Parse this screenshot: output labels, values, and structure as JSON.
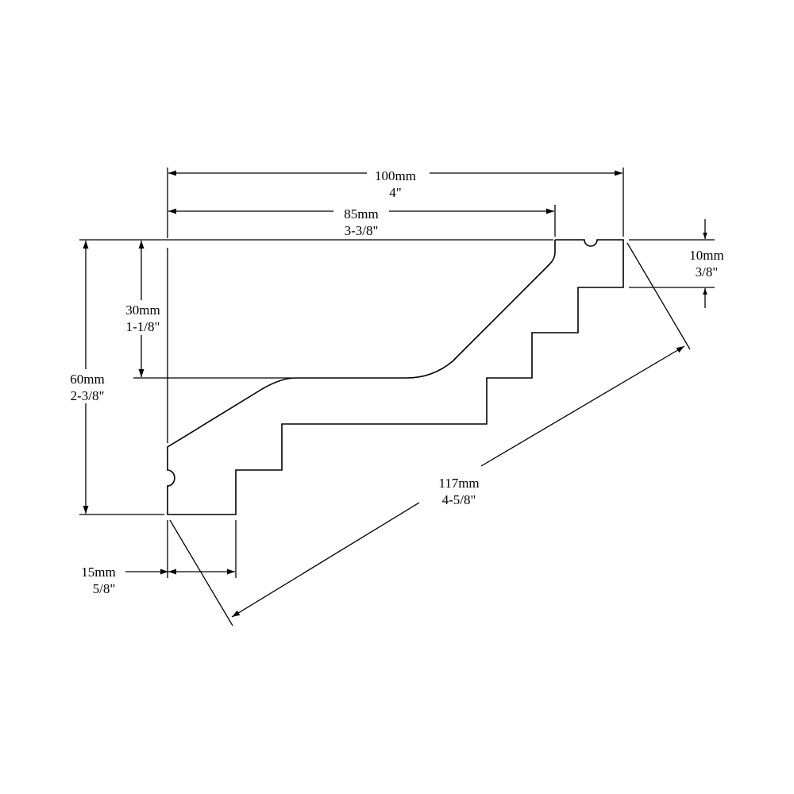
{
  "diagram": {
    "line_color": "#000000",
    "background": "#ffffff",
    "dimensions": {
      "overall_width": {
        "metric": "100mm",
        "imperial": "4\""
      },
      "projection": {
        "metric": "85mm",
        "imperial": "3-3/8\""
      },
      "top_step": {
        "metric": "10mm",
        "imperial": "3/8\""
      },
      "upper_drop": {
        "metric": "30mm",
        "imperial": "1-1/8\""
      },
      "overall_height": {
        "metric": "60mm",
        "imperial": "2-3/8\""
      },
      "bottom_step": {
        "metric": "15mm",
        "imperial": "5/8\""
      },
      "face_length": {
        "metric": "117mm",
        "imperial": "4-5/8\""
      }
    }
  }
}
